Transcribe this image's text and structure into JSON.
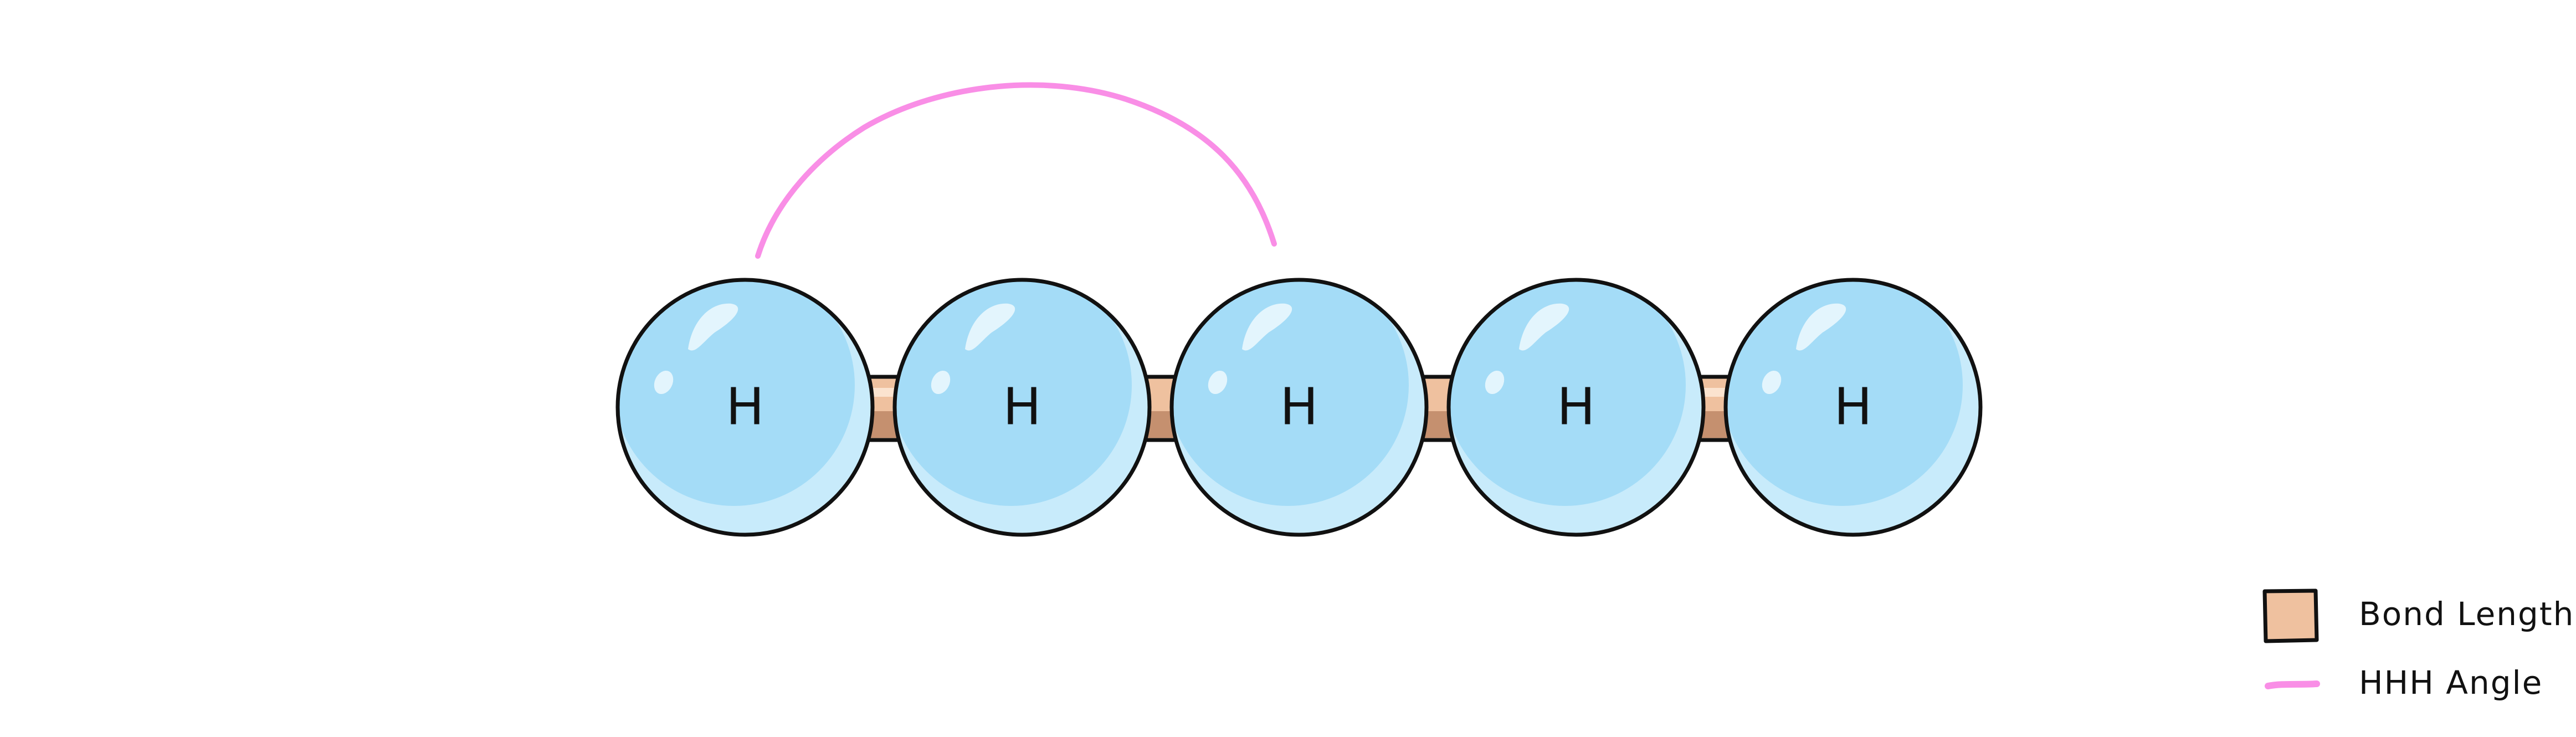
{
  "molecule": {
    "atoms": [
      {
        "symbol": "H"
      },
      {
        "symbol": "H"
      },
      {
        "symbol": "H"
      },
      {
        "symbol": "H"
      },
      {
        "symbol": "H"
      }
    ]
  },
  "legend": {
    "bond_length_label": "Bond Length",
    "angle_label": "HHH Angle"
  },
  "colors": {
    "atom_fill": "#c8ebfb",
    "atom_shade": "#a4dcf7",
    "bond_fill": "#efc19f",
    "bond_shade": "#c5906f",
    "angle_arc": "#f98ee6",
    "outline": "#111111"
  }
}
